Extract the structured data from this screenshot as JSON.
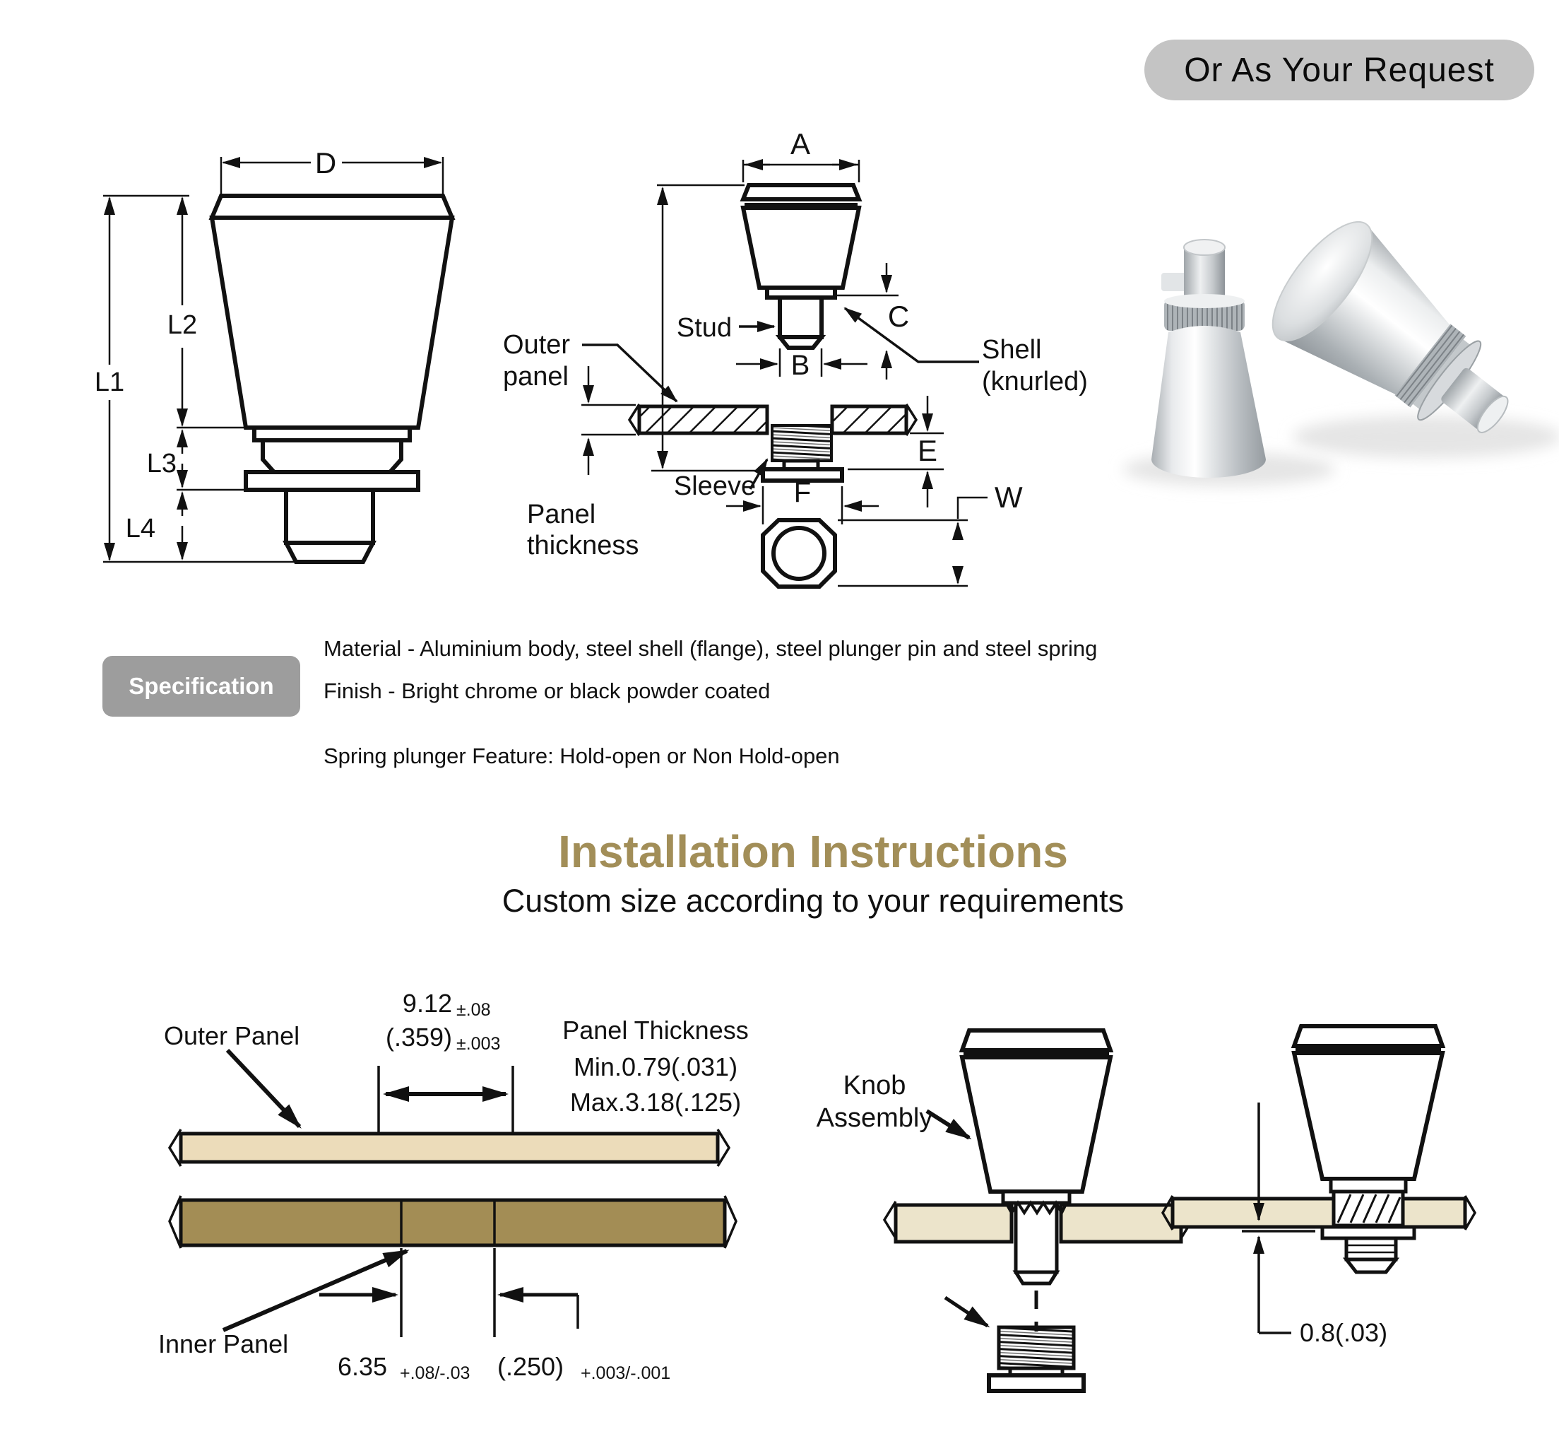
{
  "request_badge": {
    "label": "Or As Your Request",
    "bg": "#c4c4c4"
  },
  "dims": {
    "d": "D",
    "l1": "L1",
    "l2": "L2",
    "l3": "L3",
    "l4": "L4",
    "a": "A",
    "b": "B",
    "c": "C",
    "e": "E",
    "f": "F",
    "w": "W"
  },
  "section": {
    "stud": "Stud",
    "outer_panel_line1": "Outer",
    "outer_panel_line2": "panel",
    "shell_line1": "Shell",
    "shell_line2": "(knurled)",
    "sleeve": "Sleeve",
    "panel_thickness_line1": "Panel",
    "panel_thickness_line2": "thickness"
  },
  "spec": {
    "badge": "Specification",
    "material": "Material - Aluminium body, steel shell (flange), steel plunger pin and steel spring",
    "finish": "Finish - Bright chrome or black powder coated",
    "feature": "Spring plunger Feature: Hold-open or Non Hold-open"
  },
  "heading": {
    "title": "Installation Instructions",
    "subtitle": "Custom size according to your requirements",
    "title_color": "#a28e58"
  },
  "install": {
    "outer_panel": "Outer Panel",
    "inner_panel": "Inner Panel",
    "thickness_line1": "Panel Thickness",
    "thickness_line2": "Min.0.79(.031)",
    "thickness_line3": "Max.3.18(.125)",
    "top_dim_mm": "9.12",
    "top_dim_mm_tol": "±.08",
    "top_dim_in": "(.359)",
    "top_dim_in_tol": "±.003",
    "bottom_dim_mm": "6.35",
    "bottom_dim_mm_tol": "+.08/-.03",
    "bottom_dim_in": "(.250)",
    "bottom_dim_in_tol": "+.003/-.001",
    "knob_assembly_line1": "Knob",
    "knob_assembly_line2": "Assembly",
    "gap_dim": "0.8(.03)"
  },
  "colors": {
    "line": "#111111",
    "outer_panel": "#ecdcba",
    "inner_panel": "#a38d55",
    "assembly_panel": "#ece4cb",
    "title_gold": "#a28e58",
    "request_badge_bg": "#c4c4c4",
    "spec_badge_bg": "#9d9d9d"
  }
}
